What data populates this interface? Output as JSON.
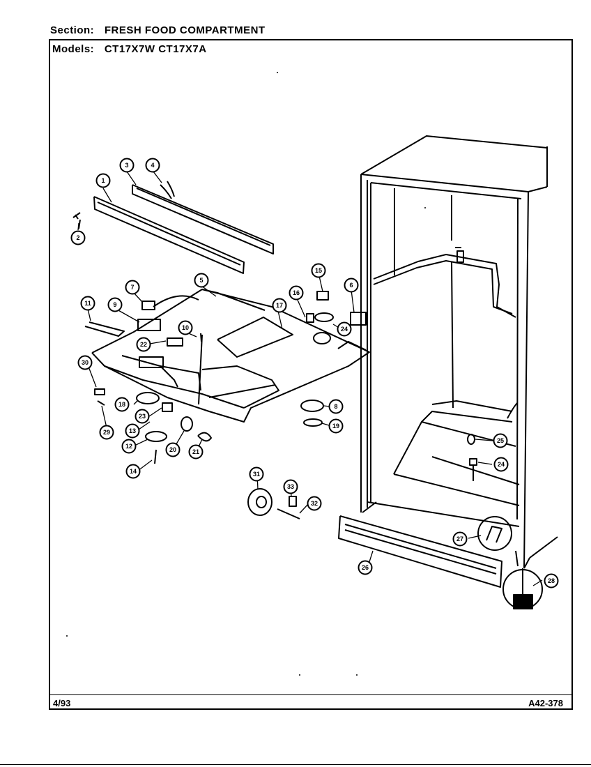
{
  "header": {
    "section_label": "Section:",
    "section_value": "FRESH FOOD COMPARTMENT",
    "models_label": "Models:",
    "models_value": "CT17X7W CT17X7A"
  },
  "footer": {
    "date": "4/93",
    "doc_number": "A42-378"
  },
  "callouts": [
    "1",
    "2",
    "3",
    "4",
    "5",
    "7",
    "6",
    "8",
    "9",
    "10",
    "11",
    "12",
    "13",
    "14",
    "15",
    "16",
    "17",
    "18",
    "19",
    "20",
    "21",
    "22",
    "23",
    "24",
    "24",
    "25",
    "26",
    "27",
    "28",
    "29",
    "30",
    "31",
    "32",
    "33"
  ]
}
